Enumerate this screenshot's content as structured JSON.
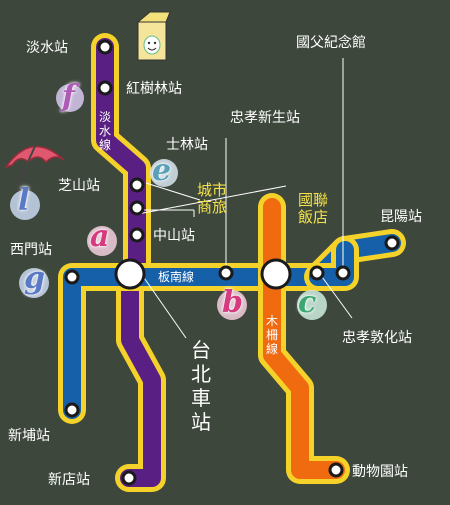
{
  "lines": {
    "tamsui": {
      "label": "淡水線",
      "color": "#5a1f82"
    },
    "bannan": {
      "label": "板南線",
      "color": "#1560a8"
    },
    "muzha": {
      "label": "木柵線",
      "color": "#f06a10"
    },
    "border": "#f4d22a"
  },
  "stations": {
    "tamsui": "淡水站",
    "hongshulin": "紅樹林站",
    "shilin": "士林站",
    "zhishan": "芝山站",
    "zhongshan": "中山站",
    "ximen": "西門站",
    "xinpu": "新埔站",
    "xindian": "新店站",
    "taipei_main": "台北車站",
    "zhongxiao_xinsheng": "忠孝新生站",
    "zhongxiao_dunhua": "忠孝敦化站",
    "sun_yatsen_memorial": "國父紀念館",
    "kunyang": "昆陽站",
    "zoo": "動物園站"
  },
  "hotels": {
    "city_hotel": "城市商旅",
    "united_hotel": "國聯飯店"
  },
  "markers": {
    "f": "f",
    "e": "e",
    "l": "l",
    "a": "a",
    "g": "g",
    "b": "b",
    "c": "c"
  },
  "icons": {
    "carton": "milk-carton-icon",
    "umbrella": "umbrella-icon"
  }
}
